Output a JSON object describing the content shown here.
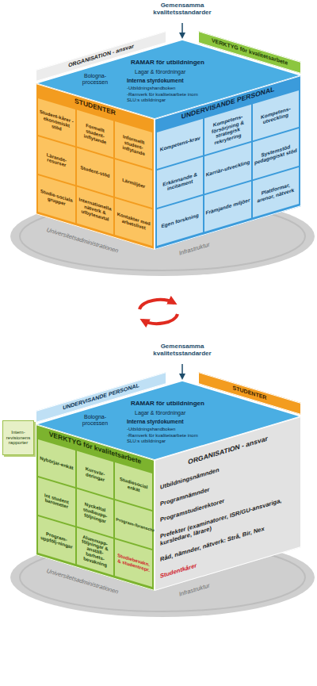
{
  "diagram": {
    "nodes": [
      {
        "text": [
          "ORGANISATION - ansvar"
        ]
      },
      {
        "text": [
          "VERKTYG för kvalitetsarbete"
        ]
      },
      {
        "text": [
          "RAMAR för utbildningen",
          "Bologna-processen",
          "Lagar & förordningar",
          "Interna styrdokument",
          "-Utbildningshandboken",
          "-Ramverk för kvalitetsarbete inom SLU:s utbildningar"
        ]
      },
      {
        "text": [
          "STUDENTER"
        ]
      },
      {
        "text": [
          "Student-kårer - ekonomiskt stöd"
        ],
        "in": 3
      },
      {
        "text": [
          "Formellt student-inflytande"
        ],
        "in": 3
      },
      {
        "text": [
          "Informellt student-inflytande"
        ],
        "in": 3
      },
      {
        "text": [
          "Lärande-resurser"
        ],
        "in": 3
      },
      {
        "text": [
          "Student-stöd"
        ],
        "in": 3
      },
      {
        "text": [
          "Lärmiljöer"
        ],
        "in": 3
      },
      {
        "text": [
          "Studie-sociala grupper"
        ],
        "in": 3
      },
      {
        "text": [
          "Internationella nätverk & utbytesavtal"
        ],
        "in": 3
      },
      {
        "text": [
          "Kontakter med arbetslivet"
        ],
        "in": 3
      },
      {
        "text": [
          "UNDERVISANDE PERSONAL"
        ]
      },
      {
        "text": [
          "Kompetens-krav"
        ],
        "in": 13
      },
      {
        "text": [
          "Kompetens-försörjning & strategisk rekrytering"
        ],
        "in": 13
      },
      {
        "text": [
          "Kompetens-utveckling"
        ],
        "in": 13
      },
      {
        "text": [
          "Erkännande & incitament"
        ],
        "in": 13
      },
      {
        "text": [
          "Karriär-utveckling"
        ],
        "in": 13
      },
      {
        "text": [
          "Systemstöd pedagogiskt stöd"
        ],
        "in": 13
      },
      {
        "text": [
          "Egen forskning"
        ],
        "in": 13
      },
      {
        "text": [
          "Främjande miljöer"
        ],
        "in": 13
      },
      {
        "text": [
          "Plattformar, arenor, nätverk"
        ],
        "in": 13
      },
      {
        "text": [
          "Intern-revisionens rapporter"
        ]
      },
      {
        "text": [
          "UNDERVISANDE PERSONAL"
        ]
      },
      {
        "text": [
          "STUDENTER"
        ]
      },
      {
        "text": [
          "RAMAR för utbildningen",
          "Bologna-processen",
          "Lagar & förordningar",
          "Interna styrdokument",
          "-Utbildningshandboken",
          "-Ramverk för kvalitetsarbete inom SLU:s utbildningar"
        ]
      },
      {
        "text": [
          "VERKTYG för kvalitetsarbete"
        ]
      },
      {
        "text": [
          "Nybörjar-enkät"
        ],
        "in": 27
      },
      {
        "text": [
          "Kursvär-deringar"
        ],
        "in": 27
      },
      {
        "text": [
          "Studiesocial enkät"
        ],
        "in": 27
      },
      {
        "text": [
          "Int student barometer"
        ],
        "in": 27
      },
      {
        "text": [
          "Nyckeltal studieupp-följningar"
        ],
        "in": 27
      },
      {
        "text": [
          "Program-/branschråd"
        ],
        "in": 27
      },
      {
        "text": [
          "Program-uppfölj-ningar"
        ],
        "in": 27
      },
      {
        "text": [
          "Alumnupp-följningar & anställ-barhets-bevakning"
        ],
        "in": 27
      },
      {
        "text": [
          "Studiebevakn. & studentrepr."
        ],
        "in": 27
      },
      {
        "text": [
          "ORGANISATION - ansvar",
          "Utbildningsnämnden",
          "Programnämnder",
          "Programstudierektorer",
          "Prefekter (examinatorer, ISR/GU-ansvariga, kursledare, lärare)",
          "Råd, nämnder, nätverk: Strå, Bir, Nex",
          "Studentkårer"
        ]
      }
    ],
    "labels": [
      "Gemensamma kvalitetsstandarder",
      "Universitetsadministrationen",
      "Infrastruktur",
      "Gemensamma kvalitetsstandarder",
      "Universitetsadministrationen",
      "Infrastruktur"
    ]
  }
}
